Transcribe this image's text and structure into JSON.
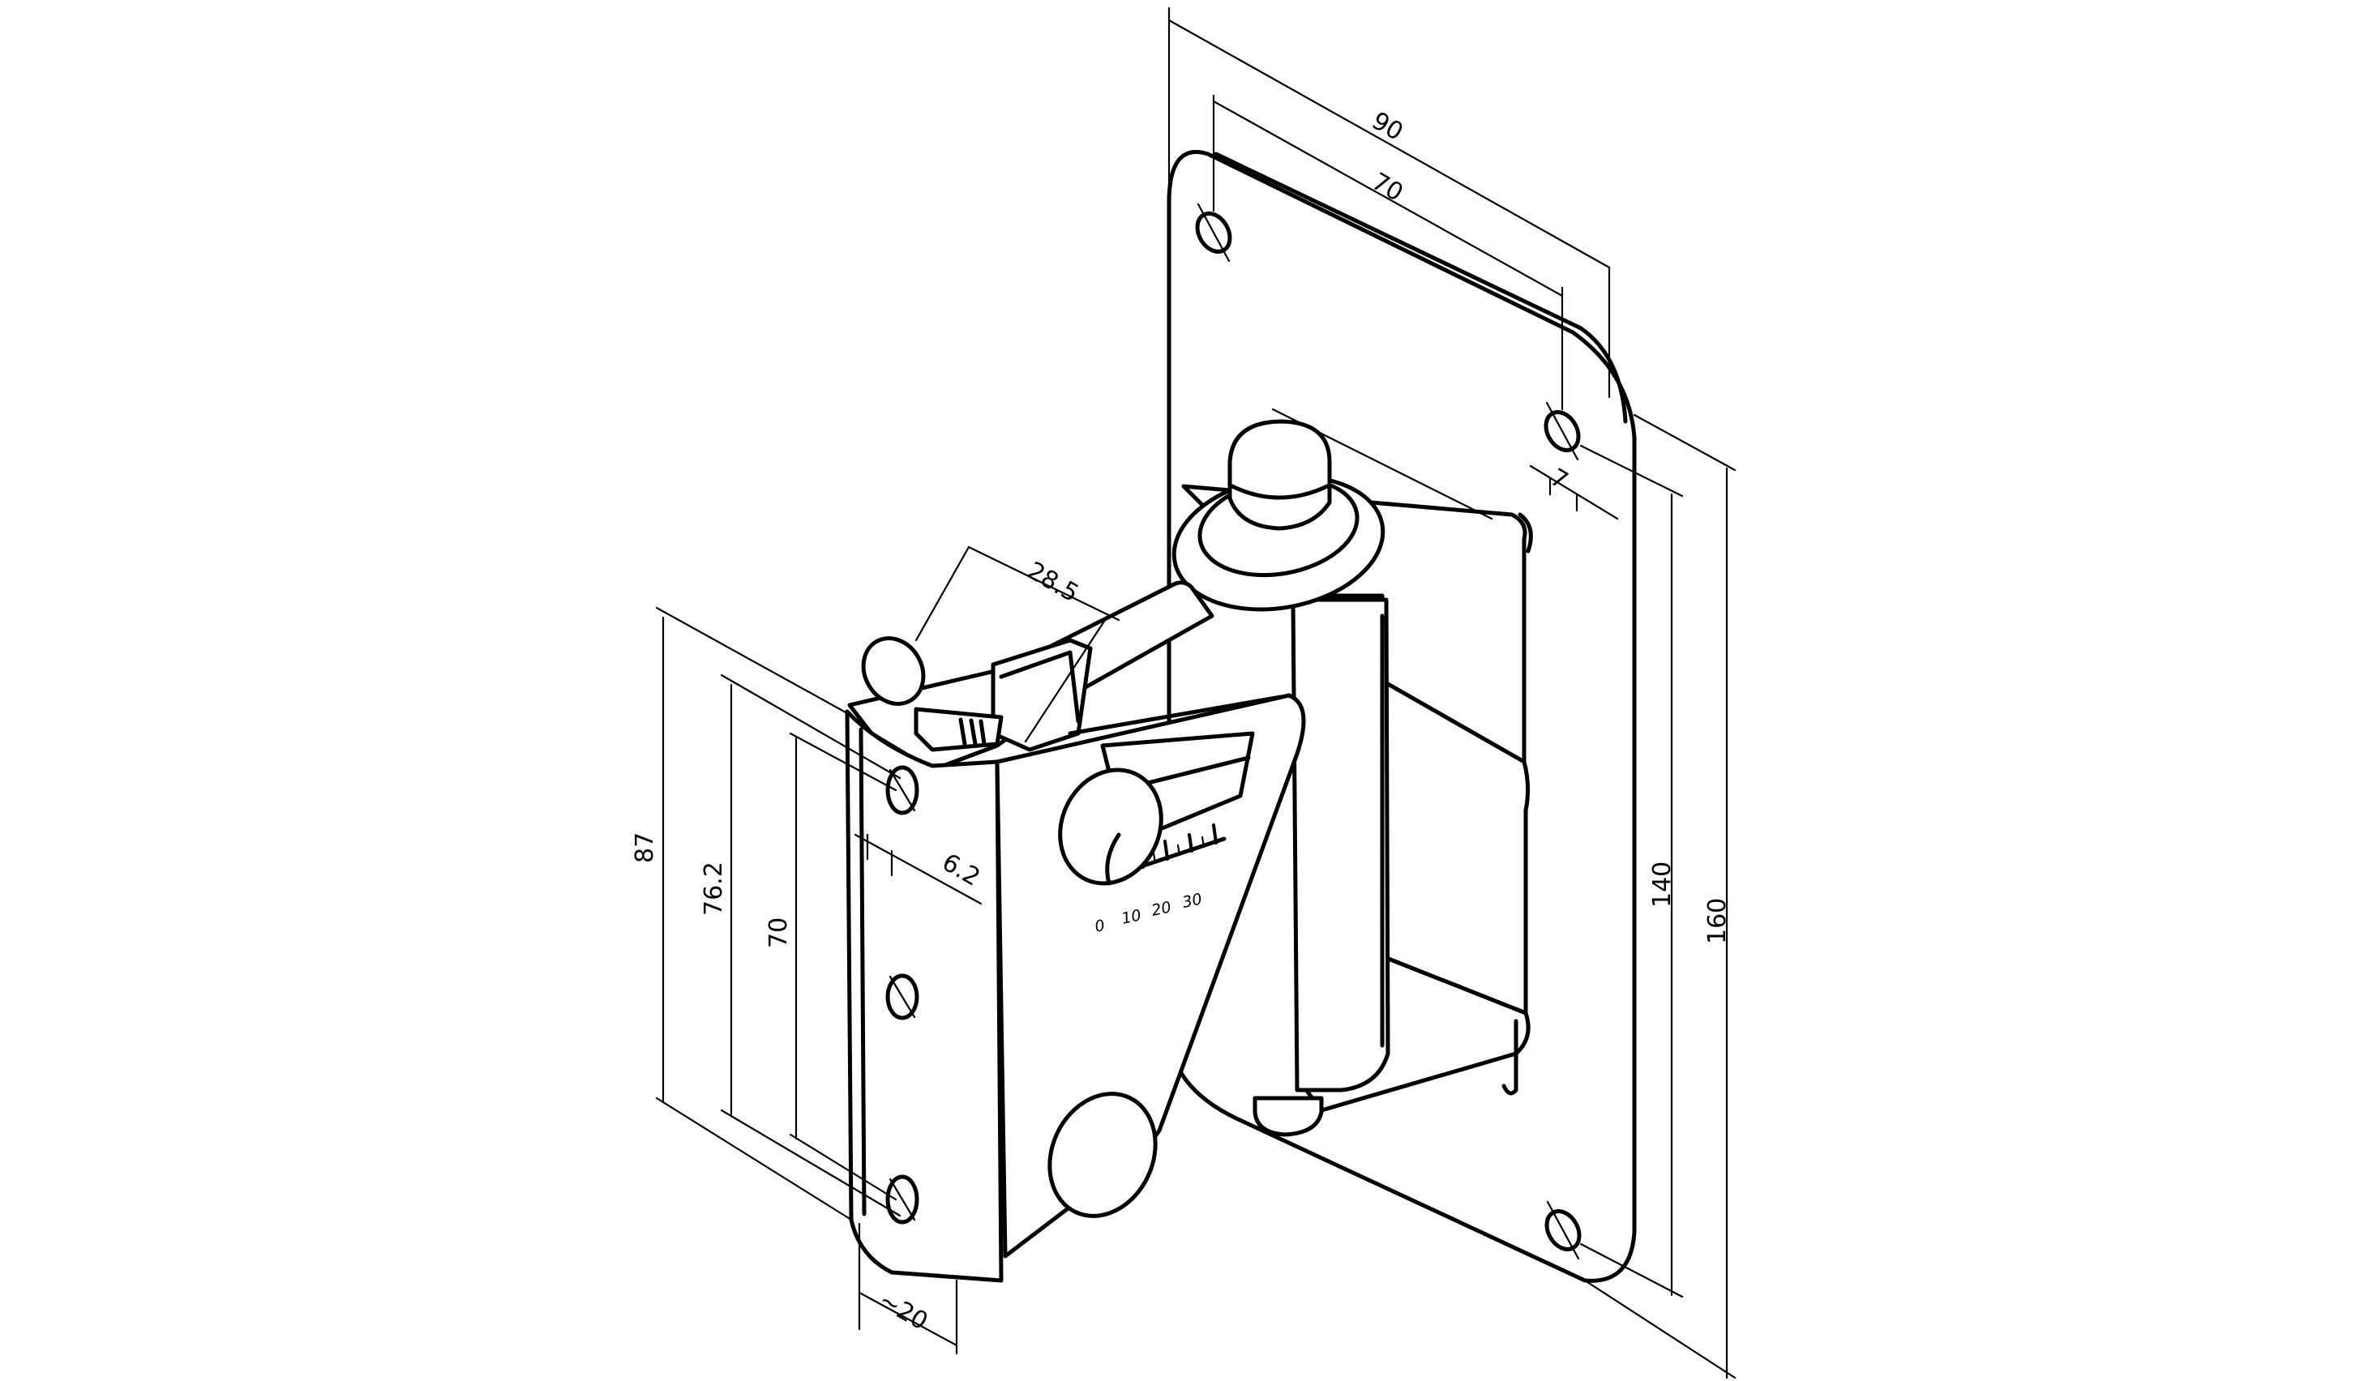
{
  "dimensions": {
    "plate_width_overall": "90",
    "hole_spacing_horizontal": "70",
    "hole_diameter": "7",
    "slot_depth": "28.5",
    "bracket_height_overall": "87",
    "bracket_hole_span": "76.2",
    "bracket_hole_spacing": "70",
    "bracket_hole_diameter": "6.2",
    "bracket_depth_approx": "~20",
    "plate_hole_spacing_vertical": "140",
    "plate_height_overall": "160"
  },
  "tilt_scale": {
    "labels": [
      "0",
      "10",
      "20",
      "30"
    ]
  }
}
